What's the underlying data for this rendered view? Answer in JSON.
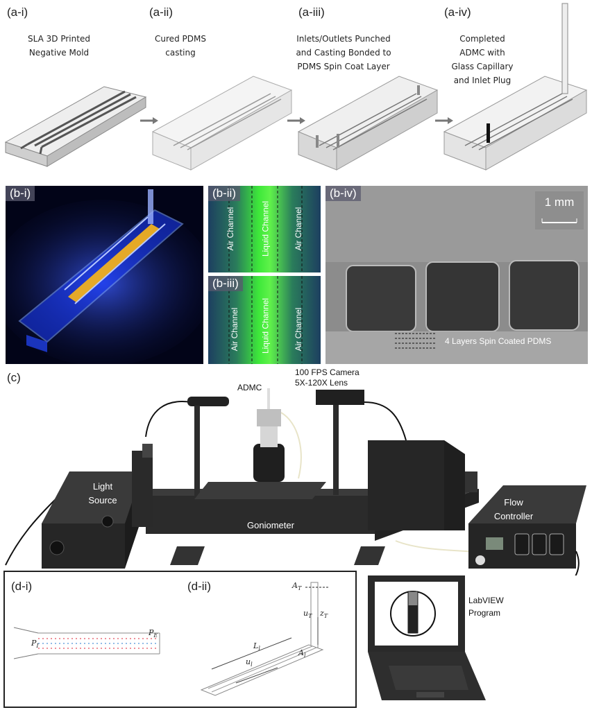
{
  "panel_a": {
    "steps": [
      {
        "tag": "(a-i)",
        "caption_lines": [
          "SLA 3D Printed",
          "Negative Mold"
        ]
      },
      {
        "tag": "(a-ii)",
        "caption_lines": [
          "Cured PDMS",
          "casting"
        ]
      },
      {
        "tag": "(a-iii)",
        "caption_lines": [
          "Inlets/Outlets Punched",
          "and Casting Bonded to",
          "PDMS Spin Coat Layer"
        ]
      },
      {
        "tag": "(a-iv)",
        "caption_lines": [
          "Completed",
          "ADMC with",
          "Glass Capillary",
          "and Inlet Plug"
        ]
      }
    ]
  },
  "panel_b": {
    "b_i_tag": "(b-i)",
    "b_ii_tag": "(b-ii)",
    "b_iii_tag": "(b-iii)",
    "b_iv_tag": "(b-iv)",
    "channel_labels": {
      "air": "Air Channel",
      "liquid": "Liquid Channel"
    },
    "scale_bar": "1 mm",
    "spin_coat_label": "4 Layers Spin Coated PDMS"
  },
  "panel_c": {
    "tag": "(c)",
    "admc_label": "ADMC",
    "camera_label_lines": [
      "100 FPS Camera",
      "5X-120X Lens"
    ],
    "light_source_lines": [
      "Light",
      "Source"
    ],
    "goniometer_label": "Goniometer",
    "flow_controller_lines": [
      "Flow",
      "Controller"
    ],
    "labview_lines": [
      "LabVIEW",
      "Program"
    ]
  },
  "panel_d": {
    "d_i_tag": "(d-i)",
    "d_ii_tag": "(d-ii)",
    "p_i": {
      "base": "P",
      "sub": "I"
    },
    "p_e": {
      "base": "P",
      "sub": "E"
    },
    "a_t": {
      "base": "A",
      "sub": "T"
    },
    "u_t": {
      "base": "u",
      "sub": "T"
    },
    "z_t": {
      "base": "z",
      "sub": "T"
    },
    "l_l": {
      "base": "L",
      "sub": "l"
    },
    "a_l": {
      "base": "A",
      "sub": "l"
    },
    "u_l": {
      "base": "u",
      "sub": "l"
    }
  },
  "colors": {
    "uv_blue": "#1a3cff",
    "channel_green": "#2fe02a",
    "sem_gray": "#8a8a8a",
    "equipment_dark": "#2b2b2b"
  }
}
